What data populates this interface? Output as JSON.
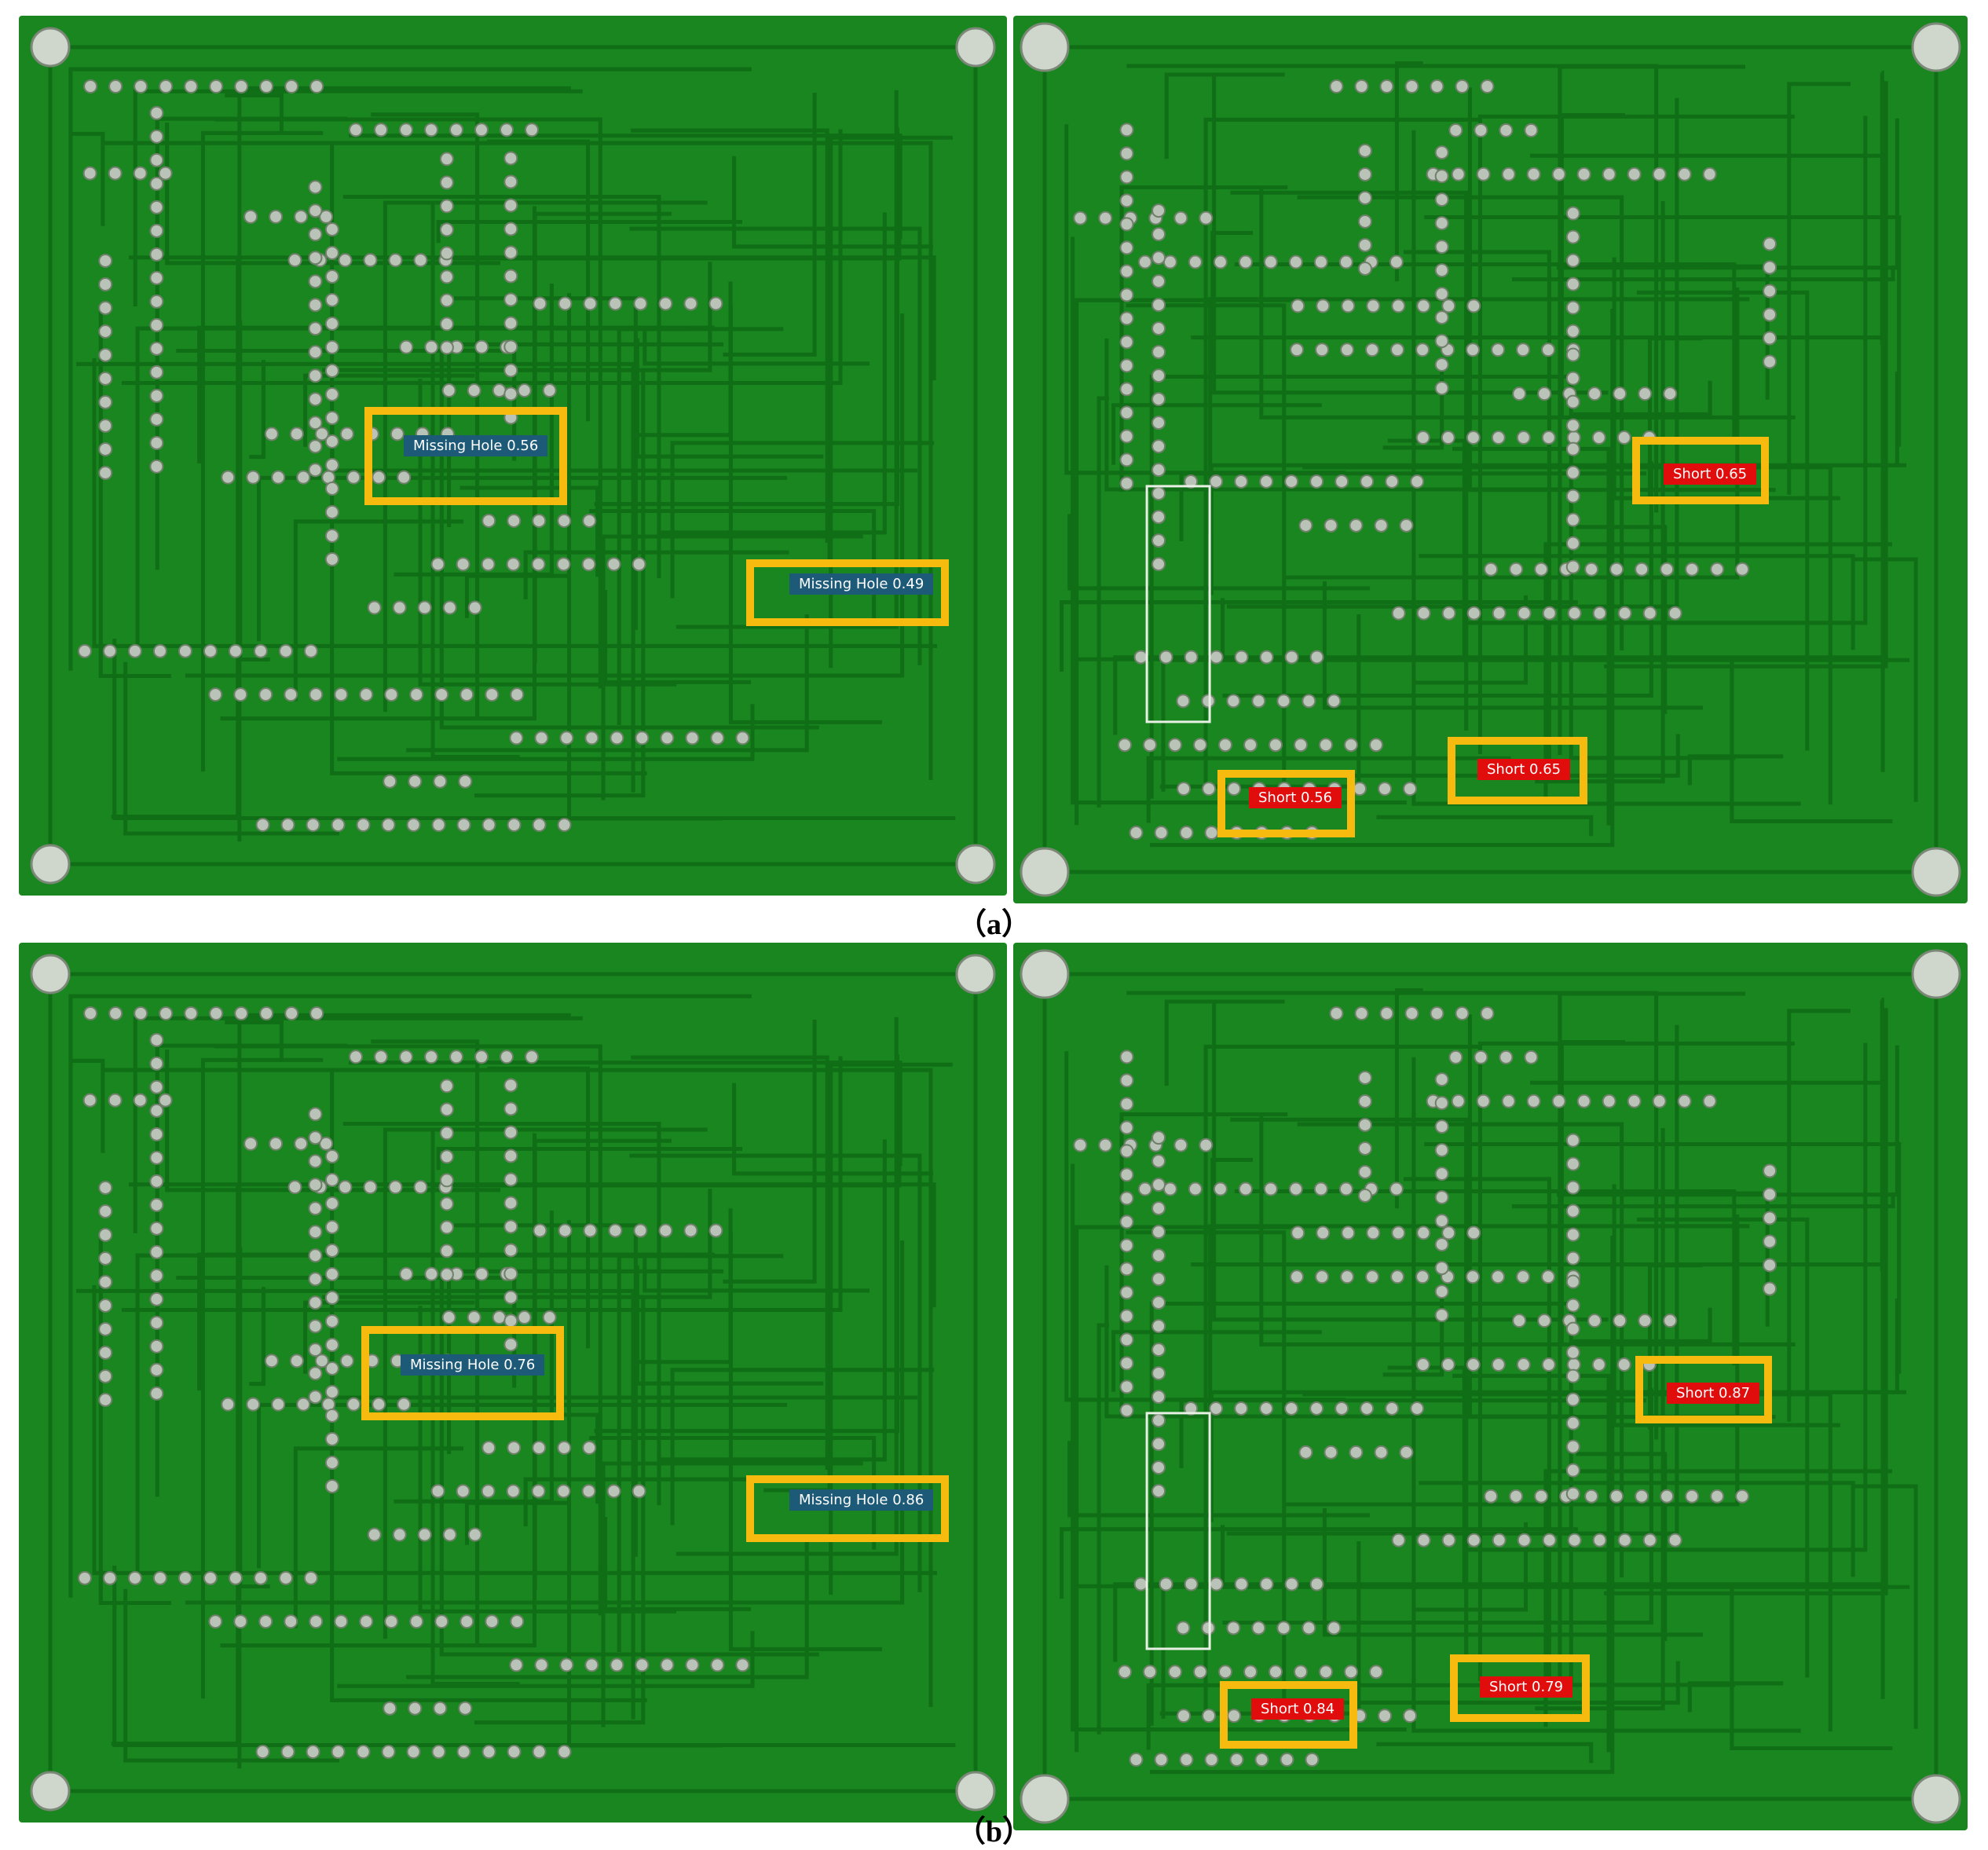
{
  "colors": {
    "board_green": "#19861f",
    "trace_green": "#0f6e16",
    "pad_silver": "#b9c3b7",
    "box_yellow": "#f7bb10",
    "hole_label": "#1c5a78",
    "short_label": "#e10d0d"
  },
  "panels": [
    {
      "caption": "（a）",
      "missing_hole": [
        {
          "label": "Missing Hole 0.56"
        },
        {
          "label": "Missing Hole 0.49"
        }
      ],
      "short": [
        {
          "label": "Short  0.65"
        },
        {
          "label": "Short  0.65"
        },
        {
          "label": "Short 0.56"
        }
      ]
    },
    {
      "caption": "（b）",
      "missing_hole": [
        {
          "label": "Missing Hole 0.76"
        },
        {
          "label": "Missing Hole 0.86"
        }
      ],
      "short": [
        {
          "label": "Short  0.87"
        },
        {
          "label": "Short  0.79"
        },
        {
          "label": "Short 0.84"
        }
      ]
    }
  ]
}
